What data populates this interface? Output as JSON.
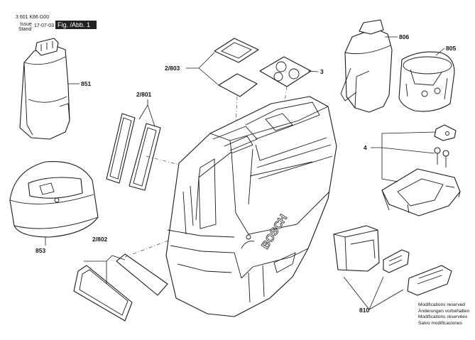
{
  "header": {
    "doc_number": "3 601 K66 G00",
    "issue_label": "Issue",
    "stand_label": "Stand",
    "date": "17-07-03",
    "figure": "Fig. /Abb. 1"
  },
  "callouts": {
    "c851": "851",
    "c853": "853",
    "c2_801": "2/801",
    "c2_802": "2/802",
    "c2_803": "2/803",
    "c3": "3",
    "c806": "806",
    "c805": "805",
    "c4": "4",
    "c810": "810"
  },
  "brand": "BOSCH",
  "notes": [
    "Modifications reserved",
    "Änderungen vorbehalten",
    "Modifications réservées",
    "Salvo modificaciones"
  ]
}
